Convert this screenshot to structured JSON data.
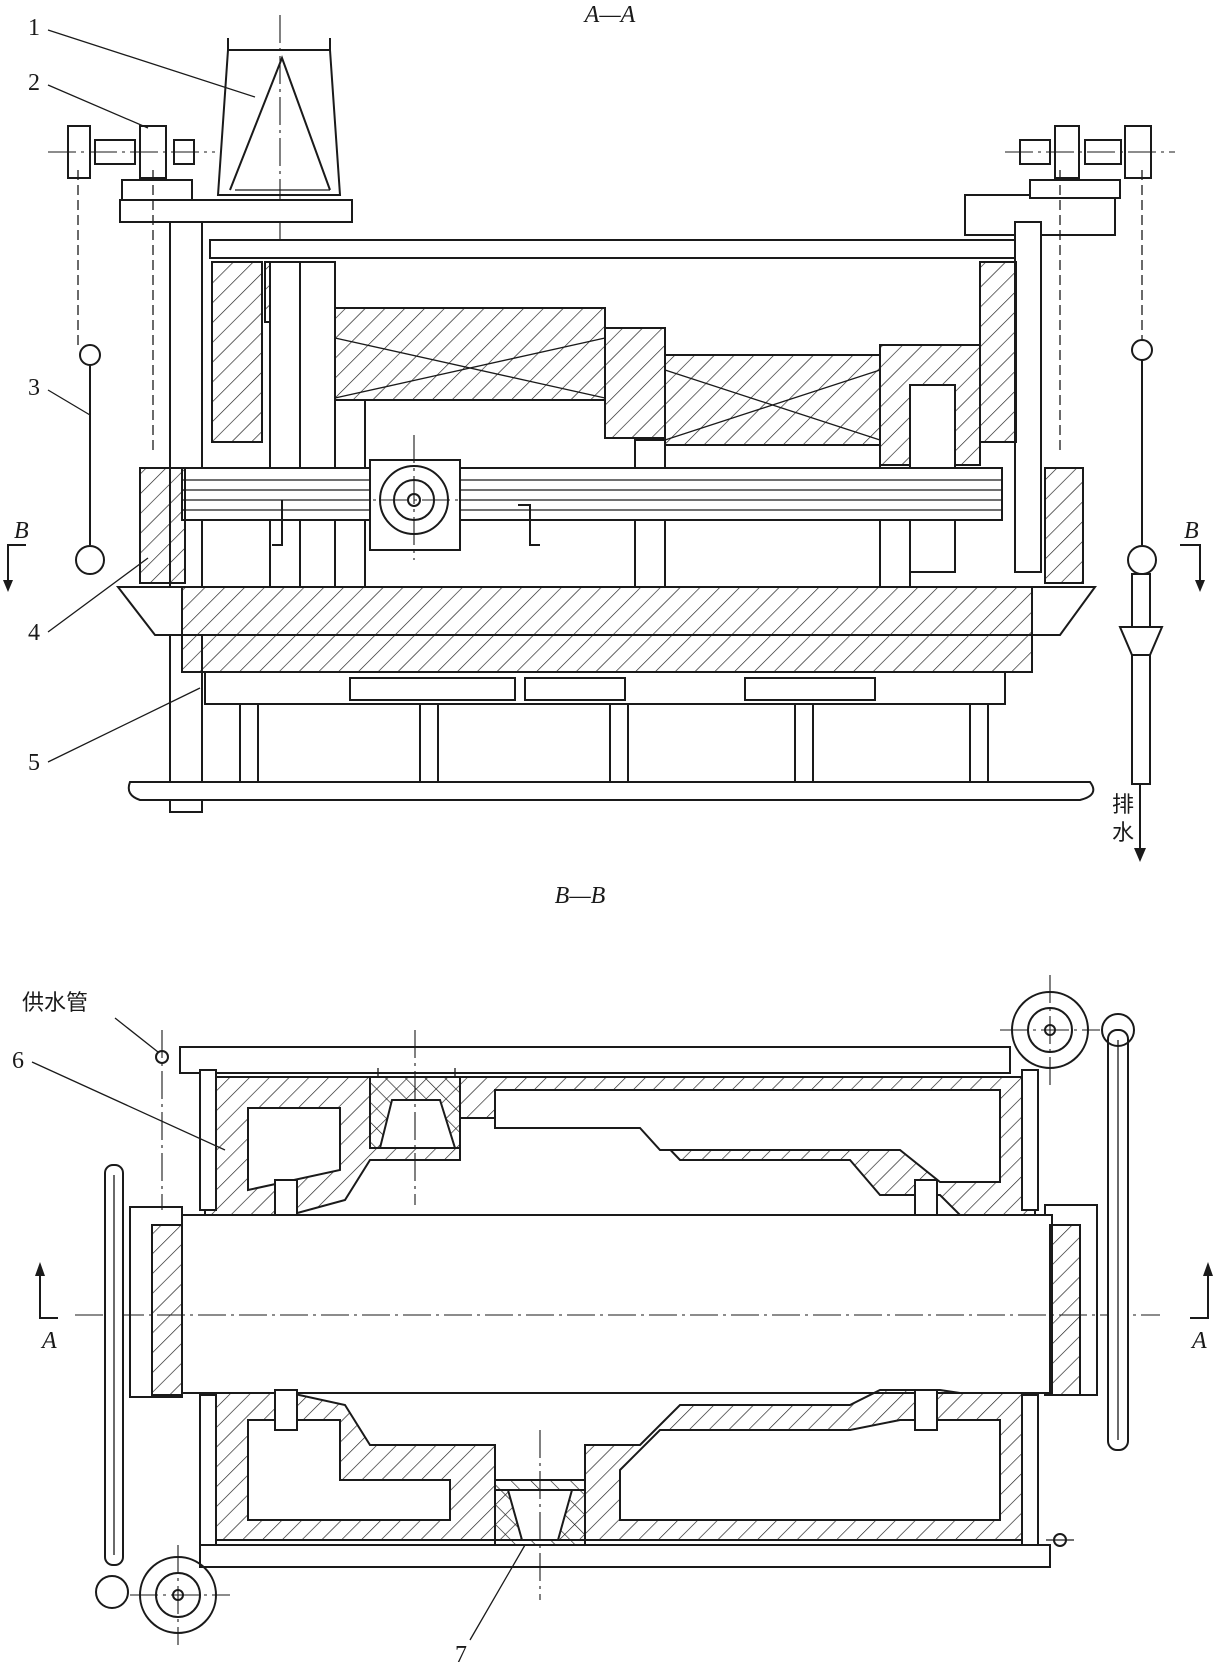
{
  "section_a": {
    "title": "A—A",
    "callouts": [
      "1",
      "2",
      "3",
      "4",
      "5"
    ],
    "cut_marks": [
      "B",
      "B"
    ],
    "drain_label_1": "排",
    "drain_label_2": "水"
  },
  "section_b": {
    "title": "B—B",
    "supply_pipe_label": "供水管",
    "callouts": [
      "6",
      "7"
    ],
    "cut_marks": [
      "A",
      "A"
    ]
  }
}
